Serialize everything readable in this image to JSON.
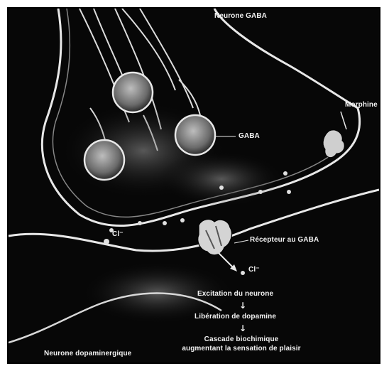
{
  "labels": {
    "neurone_gaba": "Neurone GABA",
    "morphine": "Morphine",
    "gaba": "GABA",
    "cl_left": "Cl⁻",
    "recepteur": "Récepteur au GABA",
    "cl_right": "Cl⁻",
    "excitation": "Excitation du neurone",
    "liberation": "Libération de dopamine",
    "cascade_line1": "Cascade biochimique",
    "cascade_line2": "augmentant la sensation de plaisir",
    "neurone_dopa": "Neurone dopaminergique"
  },
  "colors": {
    "background": "#070707",
    "membrane": "#e8e8e8",
    "text": "#f2f2f2",
    "vesicle": "#8a8a8a"
  }
}
